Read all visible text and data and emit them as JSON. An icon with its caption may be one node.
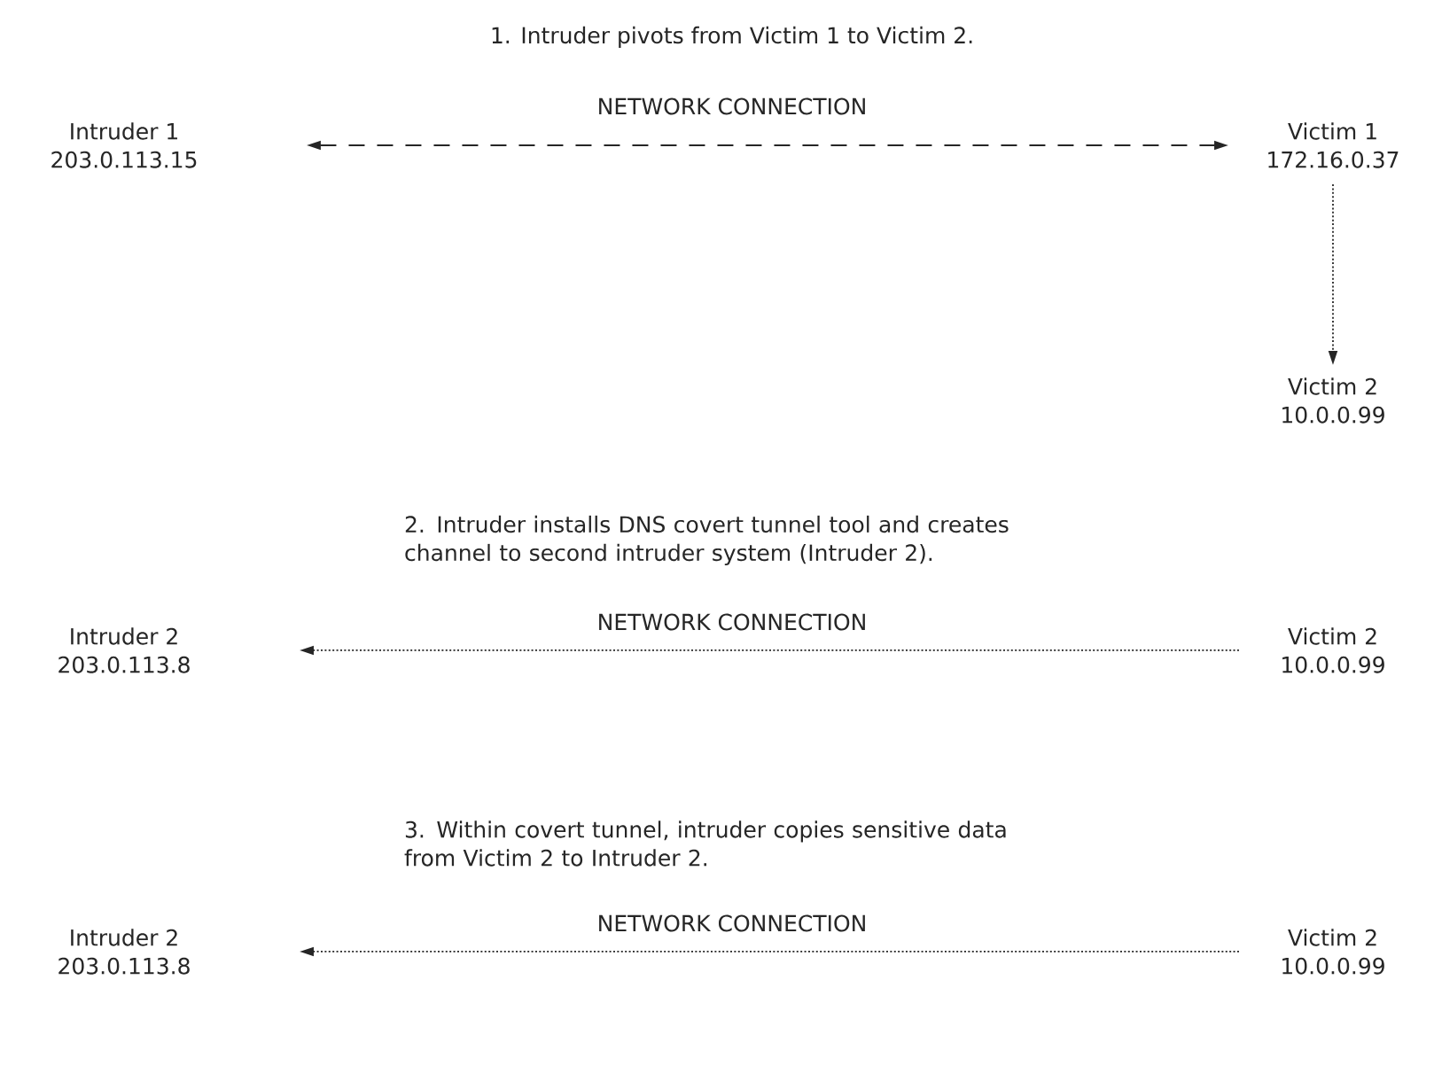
{
  "diagram": {
    "nodes": [
      {
        "text": [
          "Intruder 1",
          "203.0.113.15"
        ]
      },
      {
        "text": [
          "Victim 1",
          "172.16.0.37"
        ]
      },
      {
        "text": [
          "Victim 2",
          "10.0.0.99"
        ]
      },
      {
        "text": [
          "Intruder 2",
          "203.0.113.8"
        ]
      },
      {
        "text": [
          "Victim 2",
          "10.0.0.99"
        ]
      },
      {
        "text": [
          "Intruder 2",
          "203.0.113.8"
        ]
      },
      {
        "text": [
          "Victim 2",
          "10.0.0.99"
        ]
      }
    ],
    "edges": [
      {
        "from": 0,
        "to": 1,
        "arrow": "both",
        "style": "dashed"
      },
      {
        "from": 1,
        "to": 2,
        "arrow": "to"
      },
      {
        "from": 4,
        "to": 3,
        "arrow": "to"
      },
      {
        "from": 6,
        "to": 5,
        "arrow": "to"
      }
    ],
    "labels": [
      "1. Intruder pivots from Victim 1 to Victim 2.",
      "NETWORK CONNECTION",
      "2. Intruder installs DNS covert tunnel tool and creates channel to second intruder system (Intruder 2).",
      "NETWORK CONNECTION",
      "3. Within covert tunnel, intruder copies sensitive data from Victim 2 to Intruder 2.",
      "NETWORK CONNECTION"
    ]
  }
}
